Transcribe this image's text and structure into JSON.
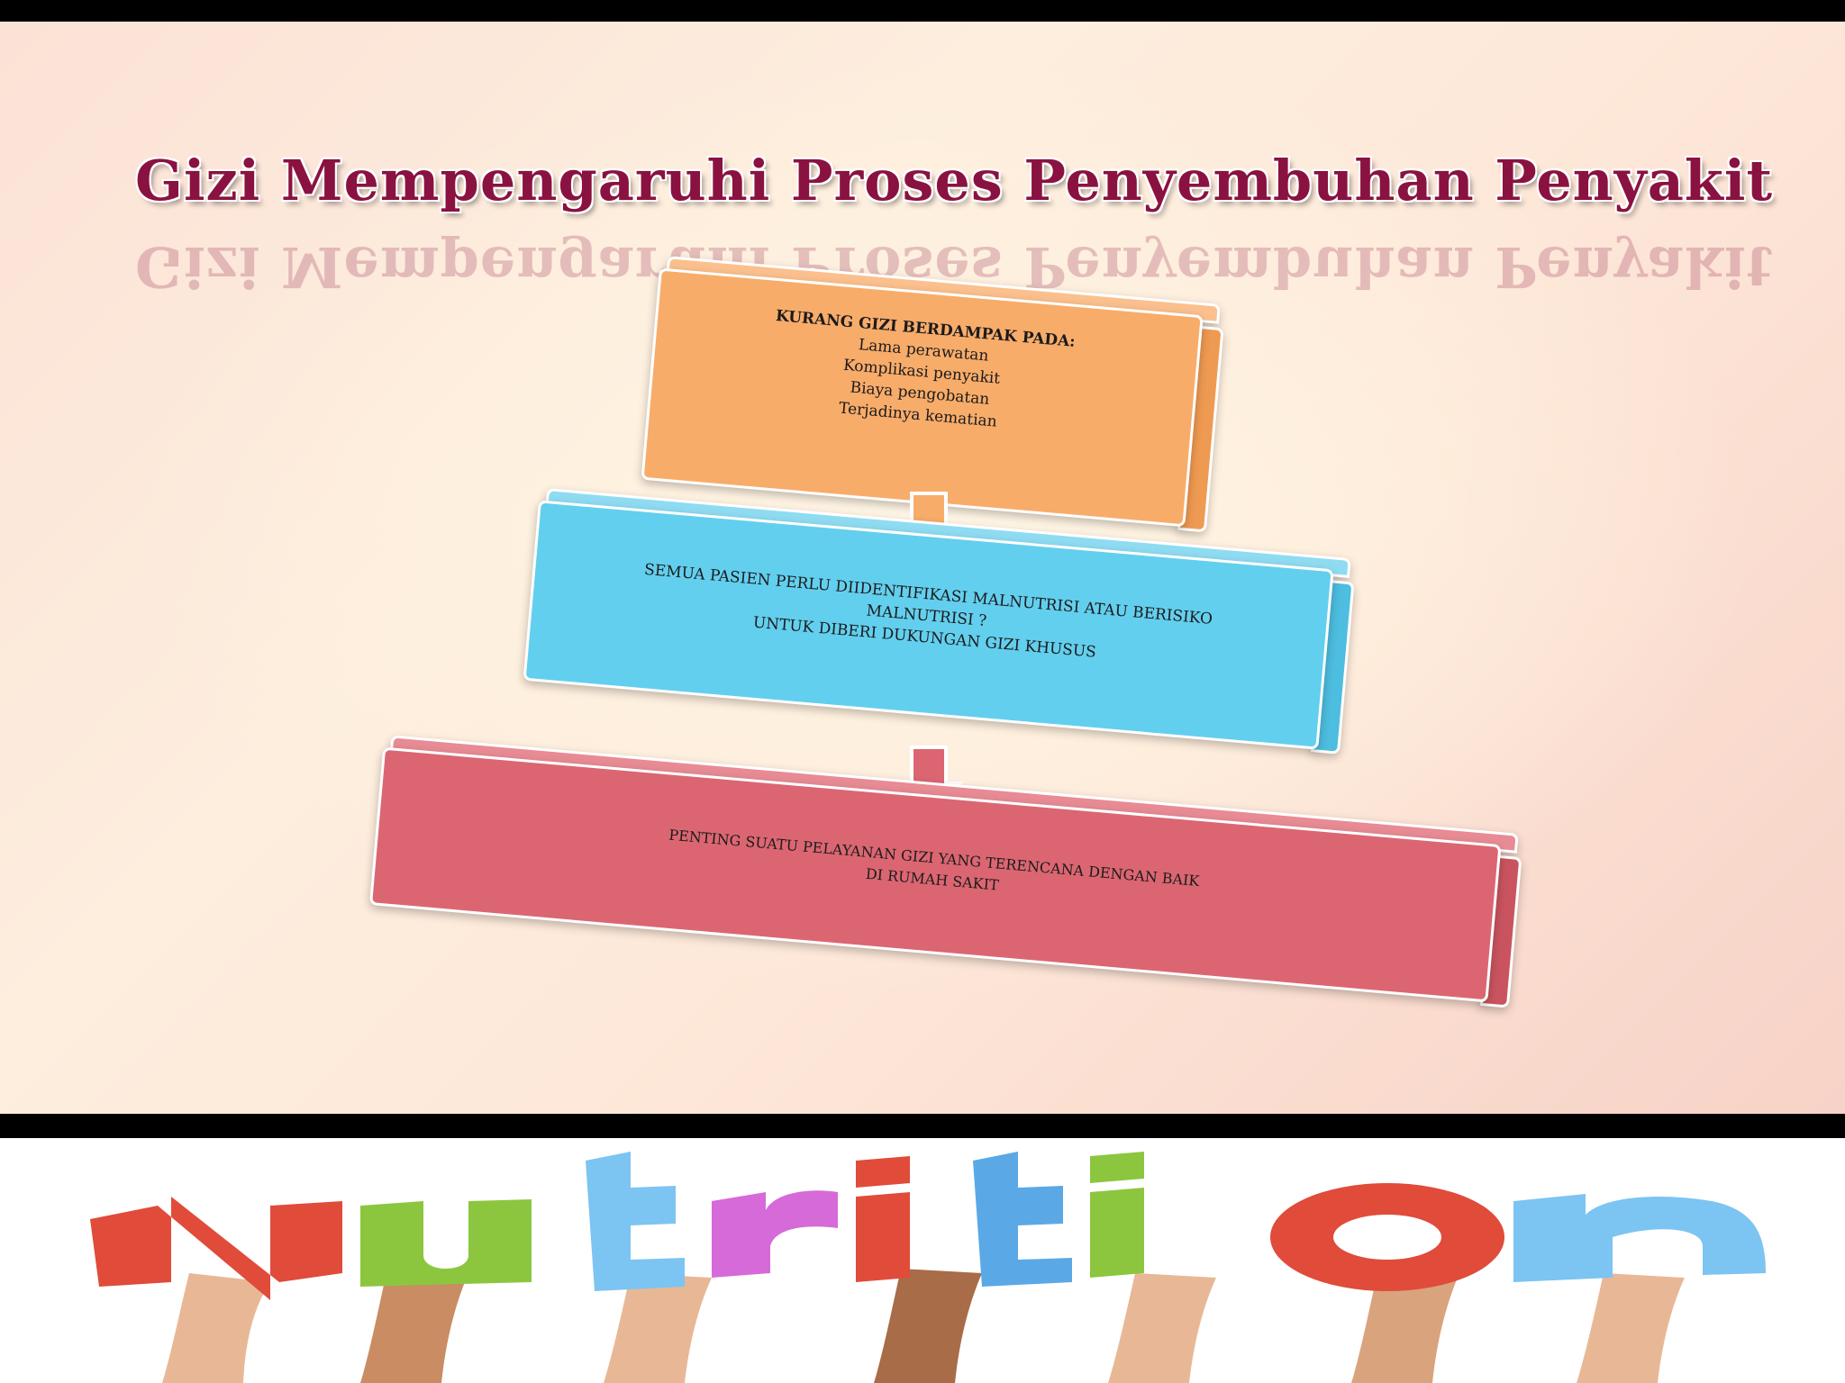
{
  "slide": {
    "title": "Gizi Mempengaruhi Proses Penyembuhan Penyakit"
  },
  "steps": [
    {
      "heading": "KURANG GIZI BERDAMPAK PADA:",
      "lines": [
        "Lama perawatan",
        "Komplikasi penyakit",
        "Biaya pengobatan",
        "Terjadinya kematian"
      ],
      "color": "#f8ac6a"
    },
    {
      "lines": [
        "SEMUA PASIEN PERLU DIIDENTIFIKASI MALNUTRISI ATAU BERISIKO",
        "MALNUTRISI ?",
        "UNTUK DIBERI DUKUNGAN GIZI KHUSUS"
      ],
      "color": "#63cfee"
    },
    {
      "lines": [
        "PENTING SUATU PELAYANAN GIZI YANG TERENCANA DENGAN BAIK",
        "DI RUMAH SAKIT"
      ],
      "color": "#db6672"
    }
  ],
  "banner": {
    "word": "Nutrition",
    "letter_colors": [
      "#e04b3a",
      "#8cc63f",
      "#7cc4f2",
      "#e04b3a",
      "#d66ad8",
      "#5aa9e6",
      "#8cc63f",
      "#e04b3a",
      "#7cc4f2"
    ]
  }
}
